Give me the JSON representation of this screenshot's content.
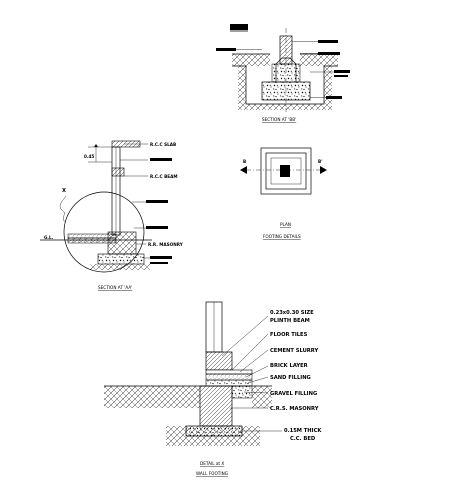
{
  "section_bb": {
    "top_label": "",
    "label_1": "",
    "label_2": "",
    "label_3": "",
    "label_4": "",
    "label_5": "",
    "caption": "SECTION AT 'BB'"
  },
  "section_aa": {
    "rcc_slab": "R.C.C SLAB",
    "lintel": "",
    "rcc_beam": "R.C.C BEAM",
    "level": "0.45",
    "detail_mark": "X",
    "ground_level": "G.L.",
    "label_tile": "",
    "label_brick": "",
    "label_masonry": "R.R. MASONRY",
    "label_pcc": "",
    "caption": "SECTION AT 'AA'"
  },
  "plan": {
    "mark_left": "B",
    "mark_right": "B'",
    "caption": "PLAN",
    "subcaption": "FOOTING DETAILS"
  },
  "detail_x": {
    "beam_size": "0.23x0.30 SIZE",
    "beam_name": "PLINTH BEAM",
    "floor_tiles": "FLOOR TILES",
    "slurry": "CEMENT SLURRY",
    "brick_layer": "BRICK LAYER",
    "sand": "SAND FILLING",
    "gravel": "GRAVEL FILLING",
    "masonry": "C.R.S. MASONRY",
    "bed_1": "0.15M THICK",
    "bed_2": "C.C. BED",
    "caption": "DETAIL at X",
    "subcaption": "WALL FOOTING"
  }
}
